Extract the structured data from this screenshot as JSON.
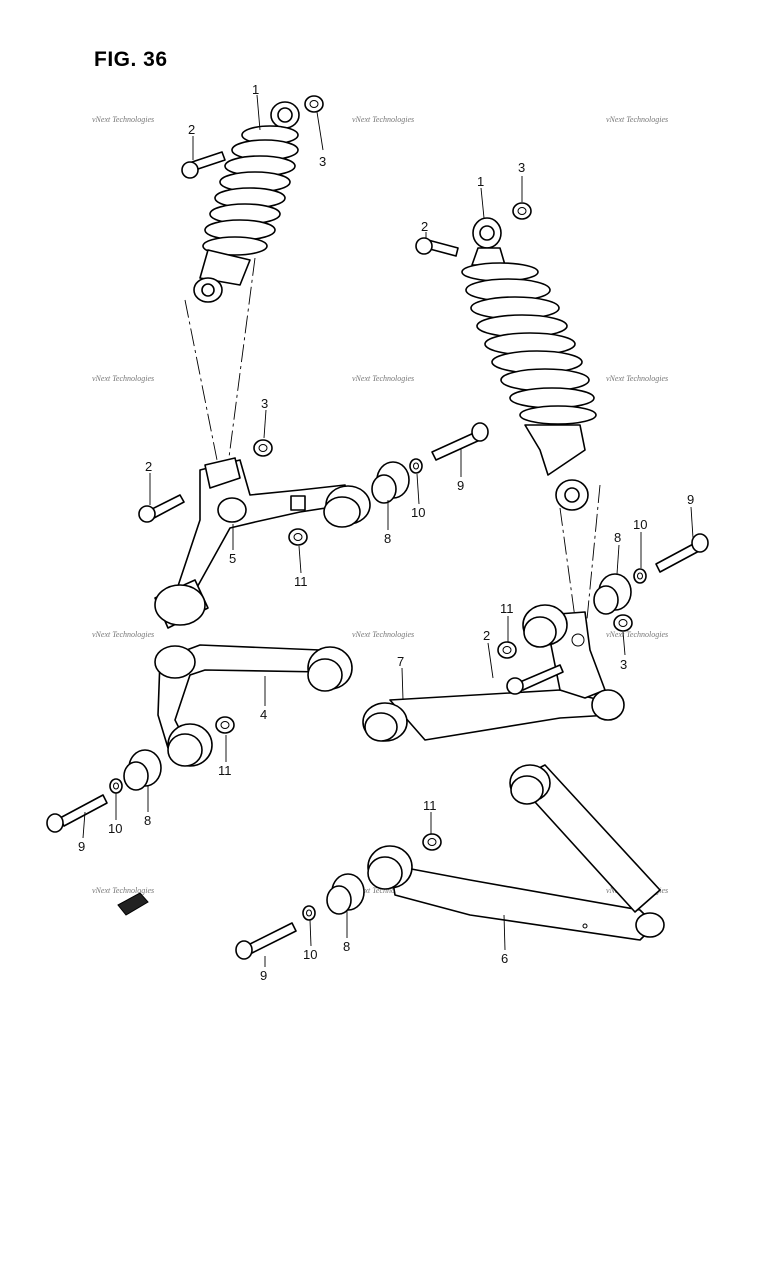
{
  "figure": {
    "title": "FIG. 36"
  },
  "watermark": {
    "text": "vNext Technologies"
  },
  "part_numbers": [
    "1",
    "2",
    "3",
    "4",
    "5",
    "6",
    "7",
    "8",
    "9",
    "10",
    "11"
  ],
  "callouts": [
    {
      "n": "1"
    },
    {
      "n": "2"
    },
    {
      "n": "3"
    },
    {
      "n": "1"
    },
    {
      "n": "3"
    },
    {
      "n": "2"
    },
    {
      "n": "3"
    },
    {
      "n": "2"
    },
    {
      "n": "9"
    },
    {
      "n": "10"
    },
    {
      "n": "8"
    },
    {
      "n": "5"
    },
    {
      "n": "11"
    },
    {
      "n": "9"
    },
    {
      "n": "10"
    },
    {
      "n": "8"
    },
    {
      "n": "11"
    },
    {
      "n": "2"
    },
    {
      "n": "3"
    },
    {
      "n": "7"
    },
    {
      "n": "4"
    },
    {
      "n": "11"
    },
    {
      "n": "9"
    },
    {
      "n": "10"
    },
    {
      "n": "8"
    },
    {
      "n": "11"
    },
    {
      "n": "9"
    },
    {
      "n": "10"
    },
    {
      "n": "8"
    },
    {
      "n": "6"
    }
  ]
}
